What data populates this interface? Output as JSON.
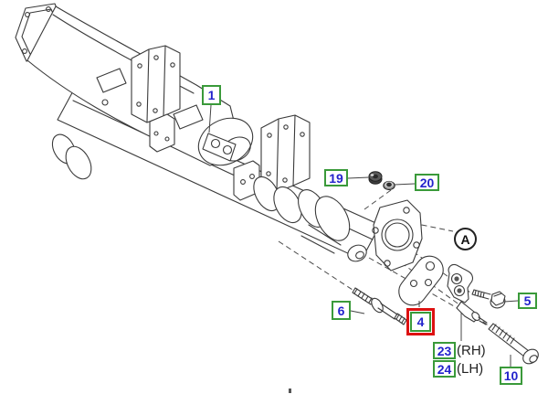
{
  "colors": {
    "background": "#ffffff",
    "drawing_line": "#3a3a3a",
    "callout_border": "#3a9a3a",
    "callout_text": "#2323cc",
    "highlight_border": "#dd1111",
    "suffix_text": "#222222"
  },
  "callouts": {
    "c1": {
      "label": "1"
    },
    "c19": {
      "label": "19"
    },
    "c20": {
      "label": "20"
    },
    "c5": {
      "label": "5"
    },
    "c6": {
      "label": "6"
    },
    "c4": {
      "label": "4",
      "highlighted": true
    },
    "c23": {
      "label": "23",
      "suffix": "(RH)"
    },
    "c24": {
      "label": "24",
      "suffix": "(LH)"
    },
    "c10": {
      "label": "10"
    }
  },
  "view_marker": {
    "label": "A"
  }
}
